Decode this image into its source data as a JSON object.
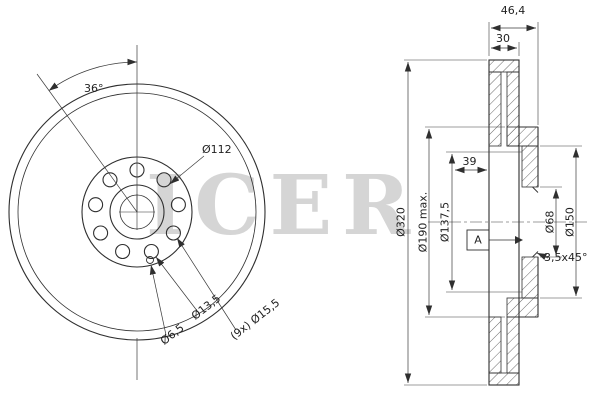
{
  "watermark": {
    "text": "ICER"
  },
  "front_view": {
    "angle_dim": "36°",
    "bolt_circle_dim": "Ø112",
    "hole_dim": "Ø13,5",
    "small_hole_dim": "Ø6,5",
    "bolt_holes_dim": "(9x) Ø15,5"
  },
  "section_view": {
    "overall_width_dim": "46,4",
    "band_width_dim": "30",
    "hat_depth_dim": "39",
    "outer_dia_dim": "Ø320",
    "hat_dia_dim": "Ø190 max.",
    "inner_dia_dim": "Ø137,5",
    "bore_dia_dim": "Ø68",
    "flange_dia_dim": "Ø150",
    "chamfer_dim": "3,5x45°",
    "datum_label": "A"
  }
}
